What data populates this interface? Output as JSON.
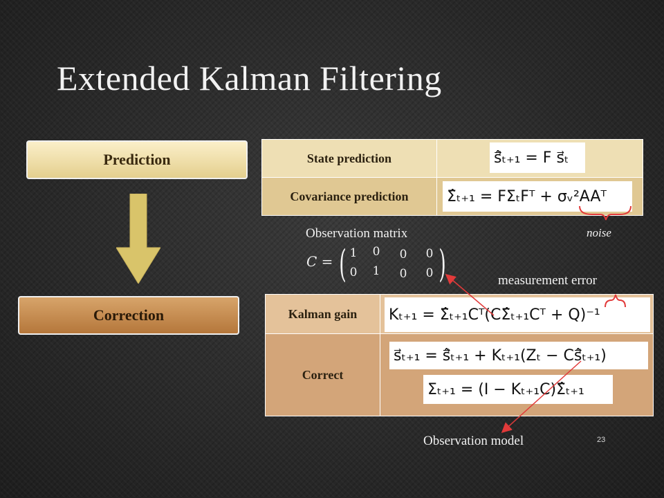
{
  "slide": {
    "title": "Extended Kalman Filtering",
    "page_number": "23"
  },
  "stages": {
    "prediction": "Prediction",
    "correction": "Correction"
  },
  "prediction_table": {
    "rows": [
      {
        "label": "State prediction",
        "equation": "ŝ⃗ₜ₊₁ = F s⃗ₜ"
      },
      {
        "label": "Covariance prediction",
        "equation": "Σ̂ₜ₊₁ = FΣₜFᵀ + σᵥ²AAᵀ"
      }
    ]
  },
  "correction_table": {
    "rows": [
      {
        "label": "Kalman gain",
        "equation": "Kₜ₊₁ = Σ̂ₜ₊₁Cᵀ(CΣ̂ₜ₊₁Cᵀ + Q)⁻¹"
      },
      {
        "label": "Correct",
        "equations": [
          "s⃗ₜ₊₁ = ŝ⃗ₜ₊₁ + Kₜ₊₁(Zₜ − Cŝ⃗ₜ₊₁)",
          "Σₜ₊₁ = (I − Kₜ₊₁C)Σ̂ₜ₊₁"
        ]
      }
    ]
  },
  "annotations": {
    "observation_matrix": "Observation matrix",
    "noise": "noise",
    "measurement_error": "measurement error",
    "observation_model": "Observation model"
  },
  "observation_matrix": {
    "lhs": "C =",
    "rows": [
      [
        "1",
        "0",
        "0",
        "0"
      ],
      [
        "0",
        "1",
        "0",
        "0"
      ]
    ]
  },
  "colors": {
    "arrow_fill": "#d9c46a",
    "pointer_red": "#e23a3a"
  }
}
